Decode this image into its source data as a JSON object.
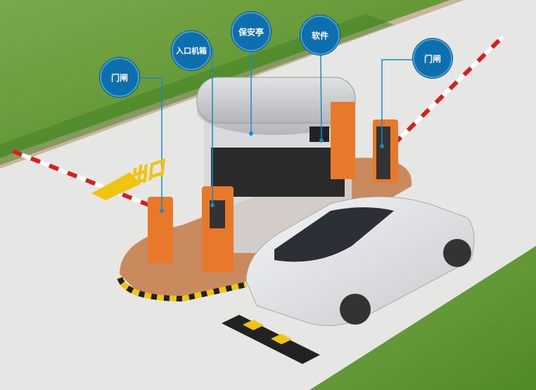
{
  "callouts": [
    {
      "label": "门闸"
    },
    {
      "label": "入口机箱"
    },
    {
      "label": "保安亭"
    },
    {
      "label": "软件"
    },
    {
      "label": "门闸"
    }
  ],
  "road_marking": "出口",
  "colors": {
    "callout": "#0d6fae",
    "barrier": "#e8782a",
    "grass": "#5f9a2e",
    "road": "#e6e6e4"
  }
}
